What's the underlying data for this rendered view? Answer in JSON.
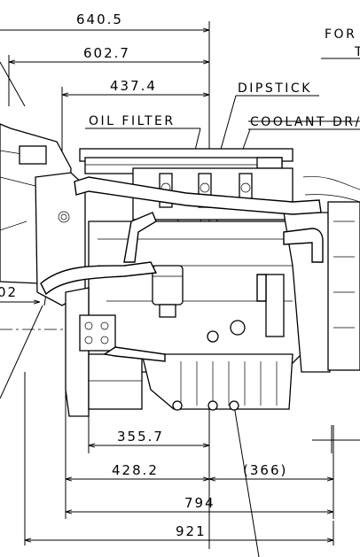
{
  "drawing": {
    "dimensions": {
      "d640": "640.5",
      "d602": "602.7",
      "d437": "437.4",
      "d355": "355.7",
      "d428": "428.2",
      "d366": "(366)",
      "d794": "794",
      "d921": "921",
      "d02": "02"
    },
    "labels": {
      "dipstick": "DIPSTICK",
      "oil_filter": "OIL FILTER",
      "coolant_drain": "COOLANT DR/",
      "for": "FOR",
      "t": "T"
    }
  }
}
